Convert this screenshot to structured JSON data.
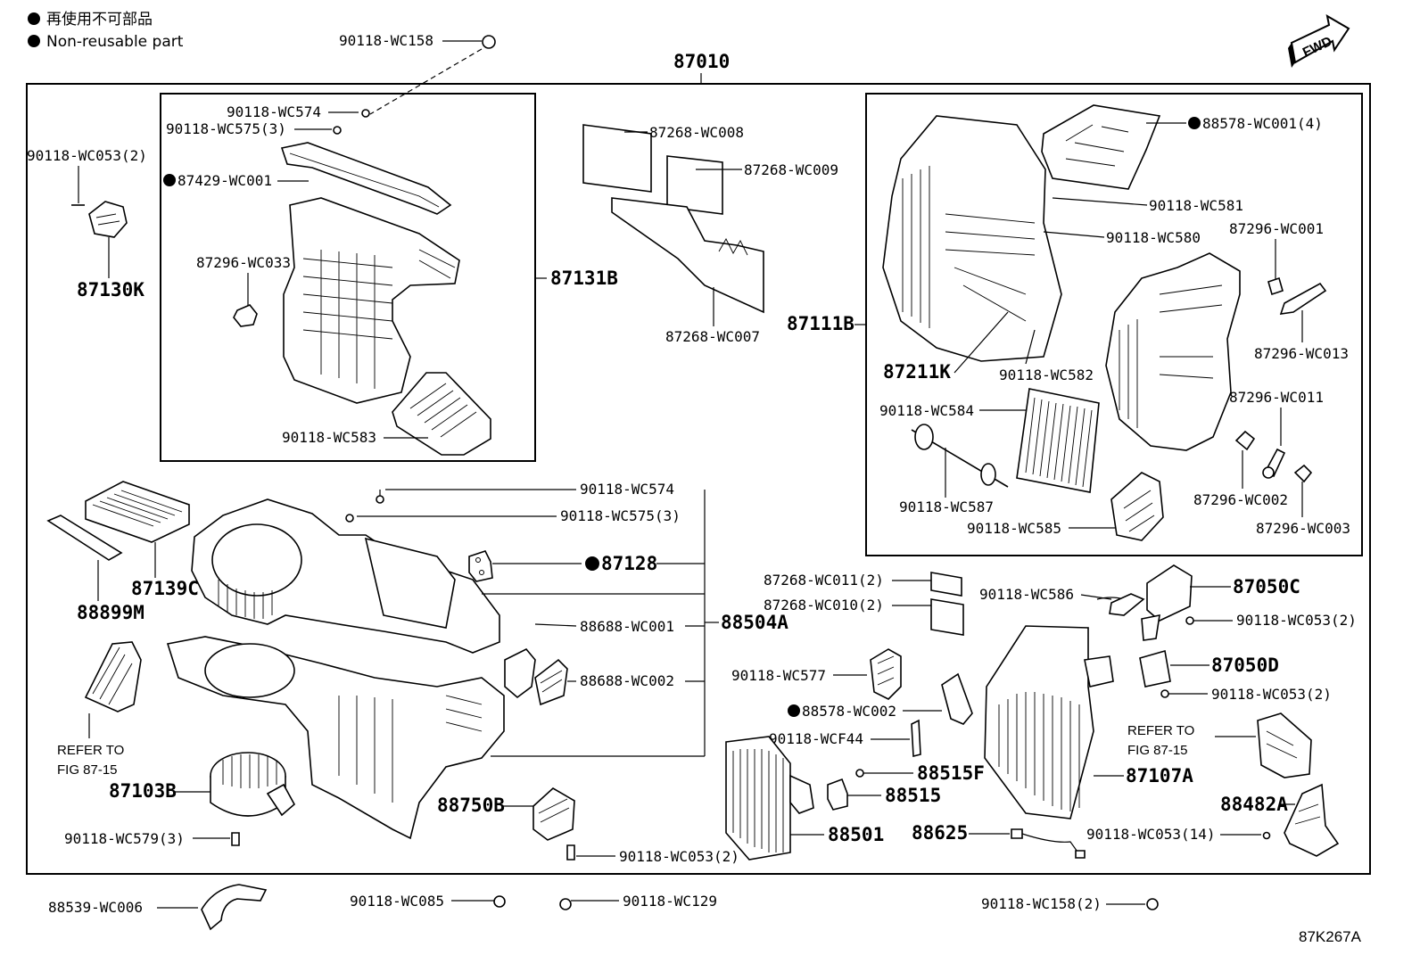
{
  "legend": {
    "jp": "再使用不可部品",
    "en": "Non-reusable part"
  },
  "fwd_label": "FWD",
  "assembly_label": "87010",
  "diagram_code": "87K267A",
  "refer": {
    "left_line1": "REFER TO",
    "left_line2": "FIG 87-15",
    "right_line1": "REFER TO",
    "right_line2": "FIG 87-15"
  },
  "labels": {
    "l_90118_WC158_top": "90118-WC158",
    "l_90118_WC574_a": "90118-WC574",
    "l_90118_WC575_a": "90118-WC575(3)",
    "l_90118_WC053_2a": "90118-WC053(2)",
    "l_87429_WC001": "87429-WC001",
    "l_87296_WC033": "87296-WC033",
    "l_87130K": "87130K",
    "l_87131B": "87131B",
    "l_90118_WC583": "90118-WC583",
    "l_87268_WC008": "87268-WC008",
    "l_87268_WC009": "87268-WC009",
    "l_87268_WC007": "87268-WC007",
    "l_87111B": "87111B",
    "l_88578_WC001": "88578-WC001(4)",
    "l_90118_WC581": "90118-WC581",
    "l_90118_WC580": "90118-WC580",
    "l_87296_WC001": "87296-WC001",
    "l_87296_WC013": "87296-WC013",
    "l_87211K": "87211K",
    "l_90118_WC582": "90118-WC582",
    "l_87296_WC011": "87296-WC011",
    "l_90118_WC584": "90118-WC584",
    "l_90118_WC587": "90118-WC587",
    "l_87296_WC002": "87296-WC002",
    "l_90118_WC585": "90118-WC585",
    "l_87296_WC003": "87296-WC003",
    "l_90118_WC574_b": "90118-WC574",
    "l_90118_WC575_b": "90118-WC575(3)",
    "l_87139C": "87139C",
    "l_88899M": "88899M",
    "l_87128": "87128",
    "l_88504A": "88504A",
    "l_88688_WC001": "88688-WC001",
    "l_88688_WC002": "88688-WC002",
    "l_87103B": "87103B",
    "l_90118_WC579": "90118-WC579(3)",
    "l_88750B": "88750B",
    "l_90118_WC053_2b": "90118-WC053(2)",
    "l_87268_WC011": "87268-WC011(2)",
    "l_87268_WC010": "87268-WC010(2)",
    "l_90118_WC586": "90118-WC586",
    "l_87050C": "87050C",
    "l_90118_WC053_2c": "90118-WC053(2)",
    "l_87050D": "87050D",
    "l_90118_WC053_2d": "90118-WC053(2)",
    "l_90118_WC577": "90118-WC577",
    "l_88578_WC002": "88578-WC002",
    "l_90118_WCF44": "90118-WCF44",
    "l_88515F": "88515F",
    "l_88515": "88515",
    "l_88501": "88501",
    "l_88625": "88625",
    "l_87107A": "87107A",
    "l_88482A": "88482A",
    "l_90118_WC053_14": "90118-WC053(14)",
    "l_88539_WC006": "88539-WC006",
    "l_90118_WC085": "90118-WC085",
    "l_90118_WC129": "90118-WC129",
    "l_90118_WC158_2": "90118-WC158(2)"
  }
}
